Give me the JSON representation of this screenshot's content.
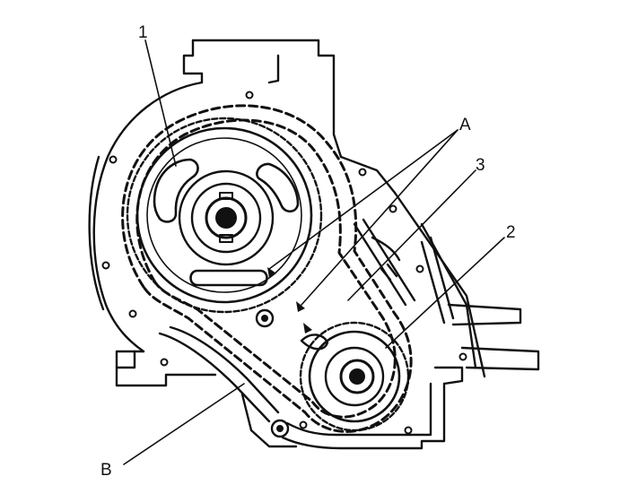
{
  "labels": {
    "camshaft_sprocket": "1",
    "crankshaft_sprocket": "2",
    "timing_chain": "3",
    "timing_marks": "A",
    "chain_tensioner": "B"
  },
  "colors": {
    "ink": "#111111",
    "background": "#ffffff"
  }
}
